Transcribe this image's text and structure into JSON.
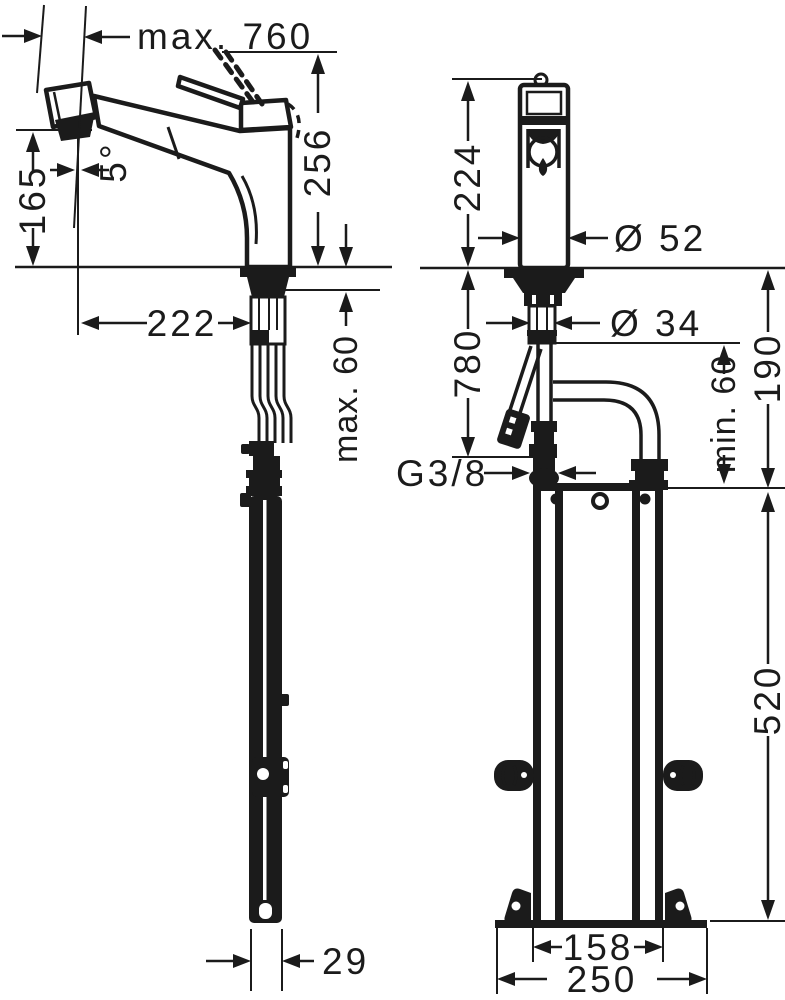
{
  "drawing": {
    "background": "#ffffff",
    "ink_color": "#1b1b1b",
    "views": {
      "left": "faucet side view with pull-out hose",
      "right": "faucet front view with mounting bracket"
    }
  },
  "side_view": {
    "labels": {
      "max_pullout": "max. 760",
      "spout_angle": "5°",
      "spout_height": "165",
      "overall_height": "256",
      "spout_reach": "222",
      "max_counter_thickness": "max. 60",
      "tube_width": "29"
    }
  },
  "front_view": {
    "labels": {
      "body_height": "224",
      "body_diameter": "Ø 52",
      "shank_diameter": "Ø 34",
      "below_counter_height": "780",
      "min_clearance": "min. 60",
      "connection_depth": "190",
      "bracket_height": "520",
      "thread_size": "G3/8",
      "bracket_width": "158",
      "base_width": "250"
    }
  }
}
